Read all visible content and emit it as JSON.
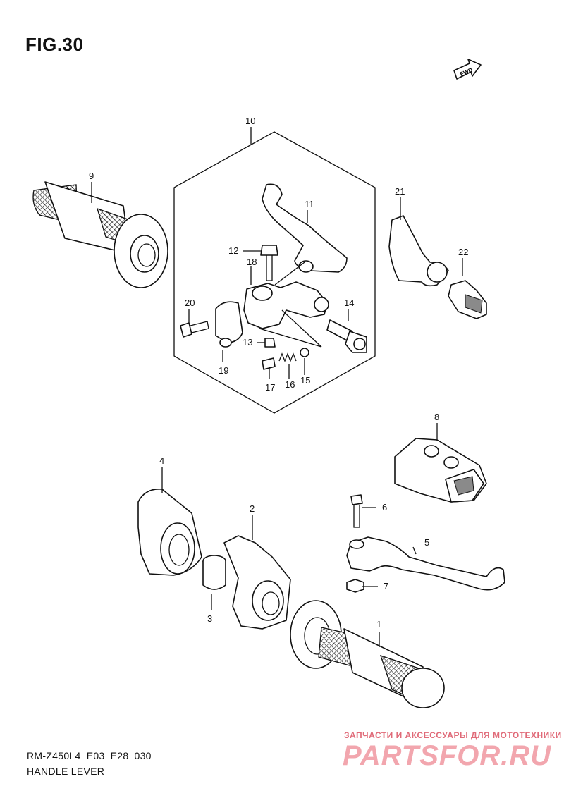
{
  "figure_title": "FIG.30",
  "direction_label": "FWD",
  "caption": {
    "model_code": "RM-Z450L4_E03_E28_030",
    "section_name": "HANDLE LEVER"
  },
  "callouts": [
    {
      "id": "c1",
      "label": "1"
    },
    {
      "id": "c2",
      "label": "2"
    },
    {
      "id": "c3",
      "label": "3"
    },
    {
      "id": "c4",
      "label": "4"
    },
    {
      "id": "c5",
      "label": "5"
    },
    {
      "id": "c6",
      "label": "6"
    },
    {
      "id": "c7",
      "label": "7"
    },
    {
      "id": "c8",
      "label": "8"
    },
    {
      "id": "c9",
      "label": "9"
    },
    {
      "id": "c10",
      "label": "10"
    },
    {
      "id": "c11",
      "label": "11"
    },
    {
      "id": "c12",
      "label": "12"
    },
    {
      "id": "c13",
      "label": "13"
    },
    {
      "id": "c14",
      "label": "14"
    },
    {
      "id": "c15",
      "label": "15"
    },
    {
      "id": "c16",
      "label": "16"
    },
    {
      "id": "c17",
      "label": "17"
    },
    {
      "id": "c18",
      "label": "18"
    },
    {
      "id": "c19",
      "label": "19"
    },
    {
      "id": "c20",
      "label": "20"
    },
    {
      "id": "c21",
      "label": "21"
    },
    {
      "id": "c22",
      "label": "22"
    }
  ],
  "watermark": {
    "tagline": "ЗАПЧАСТИ И АКСЕССУАРЫ ДЛЯ МОТОТЕХНИКИ",
    "logo": "PARTSFOR.RU",
    "color": "#e06a78"
  }
}
